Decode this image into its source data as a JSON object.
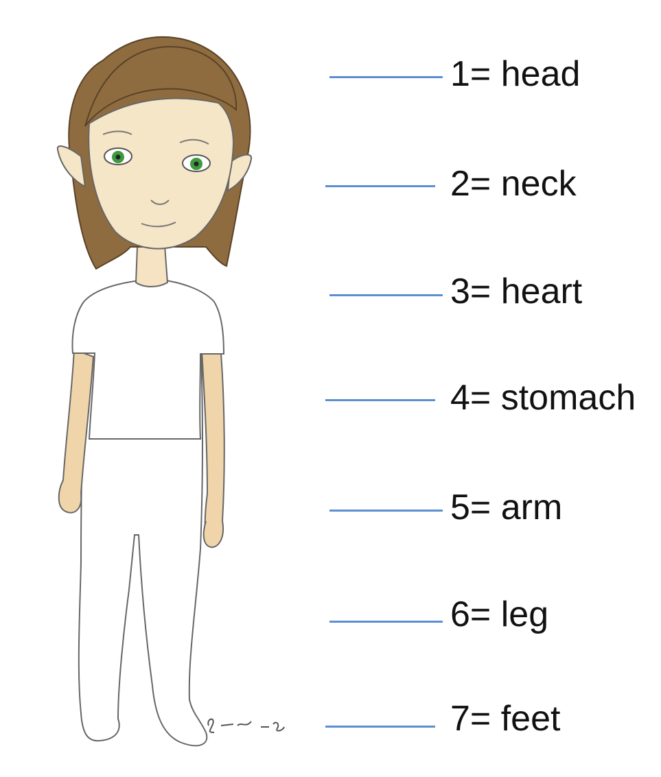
{
  "colors": {
    "line": "#5b8fd0",
    "hair": "#8a6a3e",
    "skin": "#f2ddb8",
    "eyes": "#3f9a3f",
    "outline": "#555555"
  },
  "labels": [
    {
      "text": "1= head"
    },
    {
      "text": "2= neck"
    },
    {
      "text": "3= heart"
    },
    {
      "text": "4= stomach"
    },
    {
      "text": "5= arm"
    },
    {
      "text": "6= leg"
    },
    {
      "text": "7= feet"
    }
  ],
  "signature": "S.... -06"
}
